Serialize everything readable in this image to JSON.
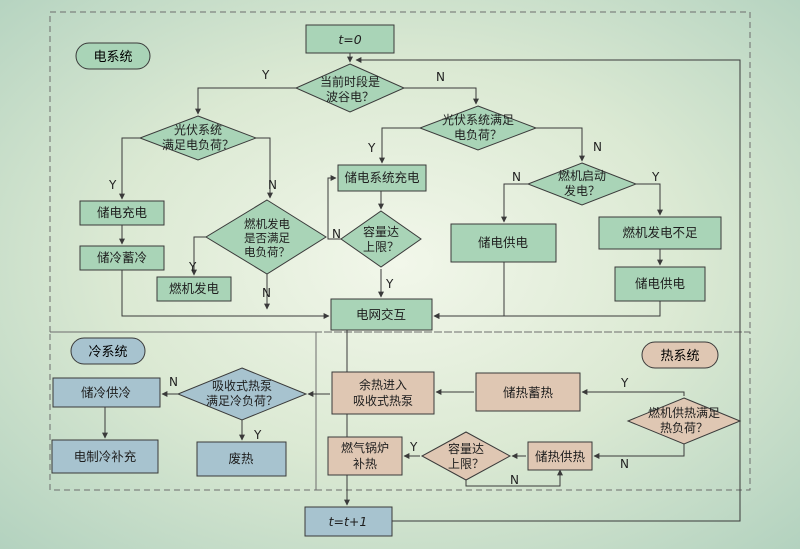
{
  "colors": {
    "bg_center": "#f2f7ea",
    "bg_mid": "#dbe9d3",
    "bg_edge": "#b3d2bf",
    "green_fill": "#a9d4b7",
    "blue_fill": "#a7c3cf",
    "tan_fill": "#dfc7b3",
    "stroke": "#3a3a3a",
    "dash": "#6d6d6d"
  },
  "labels": {
    "elec_system": "电系统",
    "cold_system": "冷系统",
    "heat_system": "热系统"
  },
  "nodes": {
    "t0": "t=0",
    "tnext": "t=t+1",
    "valley_1": "当前时段是",
    "valley_2": "波谷电？",
    "pv_left_1": "光伏系统",
    "pv_left_2": "满足电负荷？",
    "pv_right_1": "光伏系统满足",
    "pv_right_2": "电负荷？",
    "store_charge": "储电充电",
    "store_cold": "储冷蓄冷",
    "gen_meet_1": "燃机发电",
    "gen_meet_2": "是否满足",
    "gen_meet_3": "电负荷？",
    "gen_power": "燃机发电",
    "batt_charge": "储电系统充电",
    "cap_full_1": "容量达",
    "cap_full_2": "上限？",
    "gen_start_1": "燃机启动",
    "gen_start_2": "发电？",
    "elec_supply": "储电供电",
    "gen_short": "燃机发电不足",
    "elec_supply2": "储电供电",
    "grid": "电网交互",
    "cold_supply": "储冷供冷",
    "absorb_1": "吸收式热泵",
    "absorb_2": "满足冷负荷？",
    "chill_fill": "电制冷补充",
    "waste_heat": "废热",
    "residual_1": "余热进入",
    "residual_2": "吸收式热泵",
    "heat_store": "储热蓄热",
    "gen_heat_1": "燃机供热满足",
    "gen_heat_2": "热负荷？",
    "boiler_1": "燃气锅炉",
    "boiler_2": "补热",
    "heat_cap_1": "容量达",
    "heat_cap_2": "上限？",
    "heat_supply": "储热供热"
  },
  "edge_labels": {
    "yes": "Y",
    "no": "N"
  }
}
